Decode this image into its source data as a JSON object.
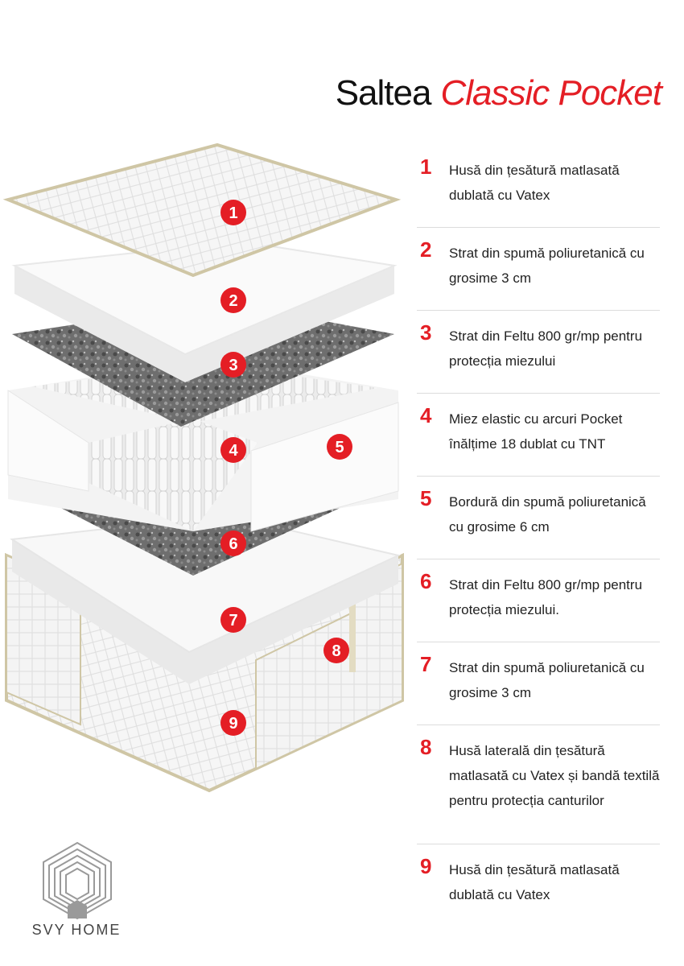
{
  "title": {
    "part1": "Saltea",
    "part2": "Classic Pocket"
  },
  "accent_color": "#e41e25",
  "layers": [
    {
      "num": "1",
      "text": "Husă din țesătură matlasată dublată cu Vatex"
    },
    {
      "num": "2",
      "text": "Strat din spumă poliuretanică cu grosime 3 cm"
    },
    {
      "num": "3",
      "text": "Strat din Feltu 800 gr/mp pentru protecția miezului"
    },
    {
      "num": "4",
      "text": "Miez elastic cu arcuri Pocket înălțime 18 dublat cu TNT"
    },
    {
      "num": "5",
      "text": "Bordură din spumă poliuretanică cu grosime 6 cm"
    },
    {
      "num": "6",
      "text": "Strat din Feltu 800 gr/mp pentru protecția miezului."
    },
    {
      "num": "7",
      "text": "Strat din spumă poliuretanică cu grosime 3 cm"
    },
    {
      "num": "8",
      "text": "Husă laterală din țesătură matlasată cu Vatex și bandă textilă pentru protecția canturilor"
    },
    {
      "num": "9",
      "text": "Husă din țesătură matlasată dublată cu Vatex"
    }
  ],
  "logo": {
    "brand": "SVY HOME",
    "icon": "hexagon-logo-icon"
  }
}
